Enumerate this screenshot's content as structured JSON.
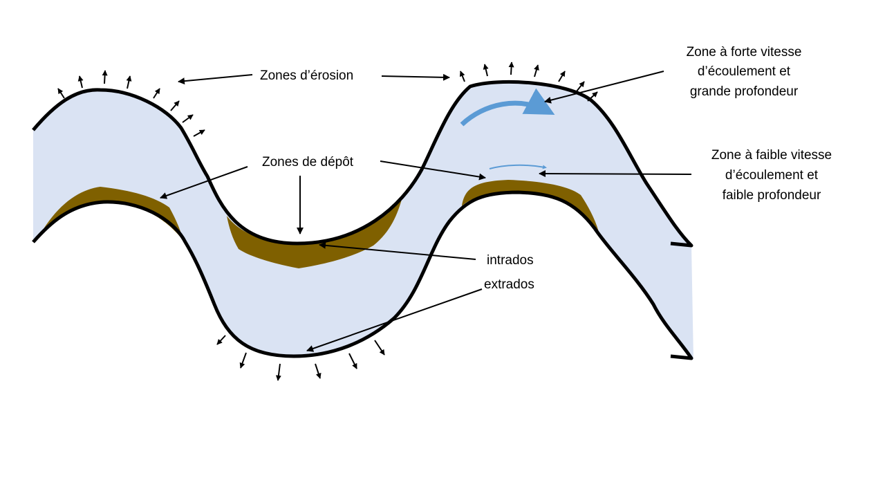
{
  "labels": {
    "erosion": "Zones d’érosion",
    "depot": "Zones de dépôt",
    "fast_line1": "Zone à forte vitesse",
    "fast_line2": "d’écoulement et",
    "fast_line3": "grande profondeur",
    "slow_line1": "Zone à faible vitesse",
    "slow_line2": "d’écoulement et",
    "slow_line3": "faible profondeur",
    "intrados": "intrados",
    "extrados": "extrados"
  },
  "colors": {
    "water": "#dae3f3",
    "bank": "#000000",
    "deposit": "#7f6000",
    "flow_arrow": "#5b9bd5"
  }
}
